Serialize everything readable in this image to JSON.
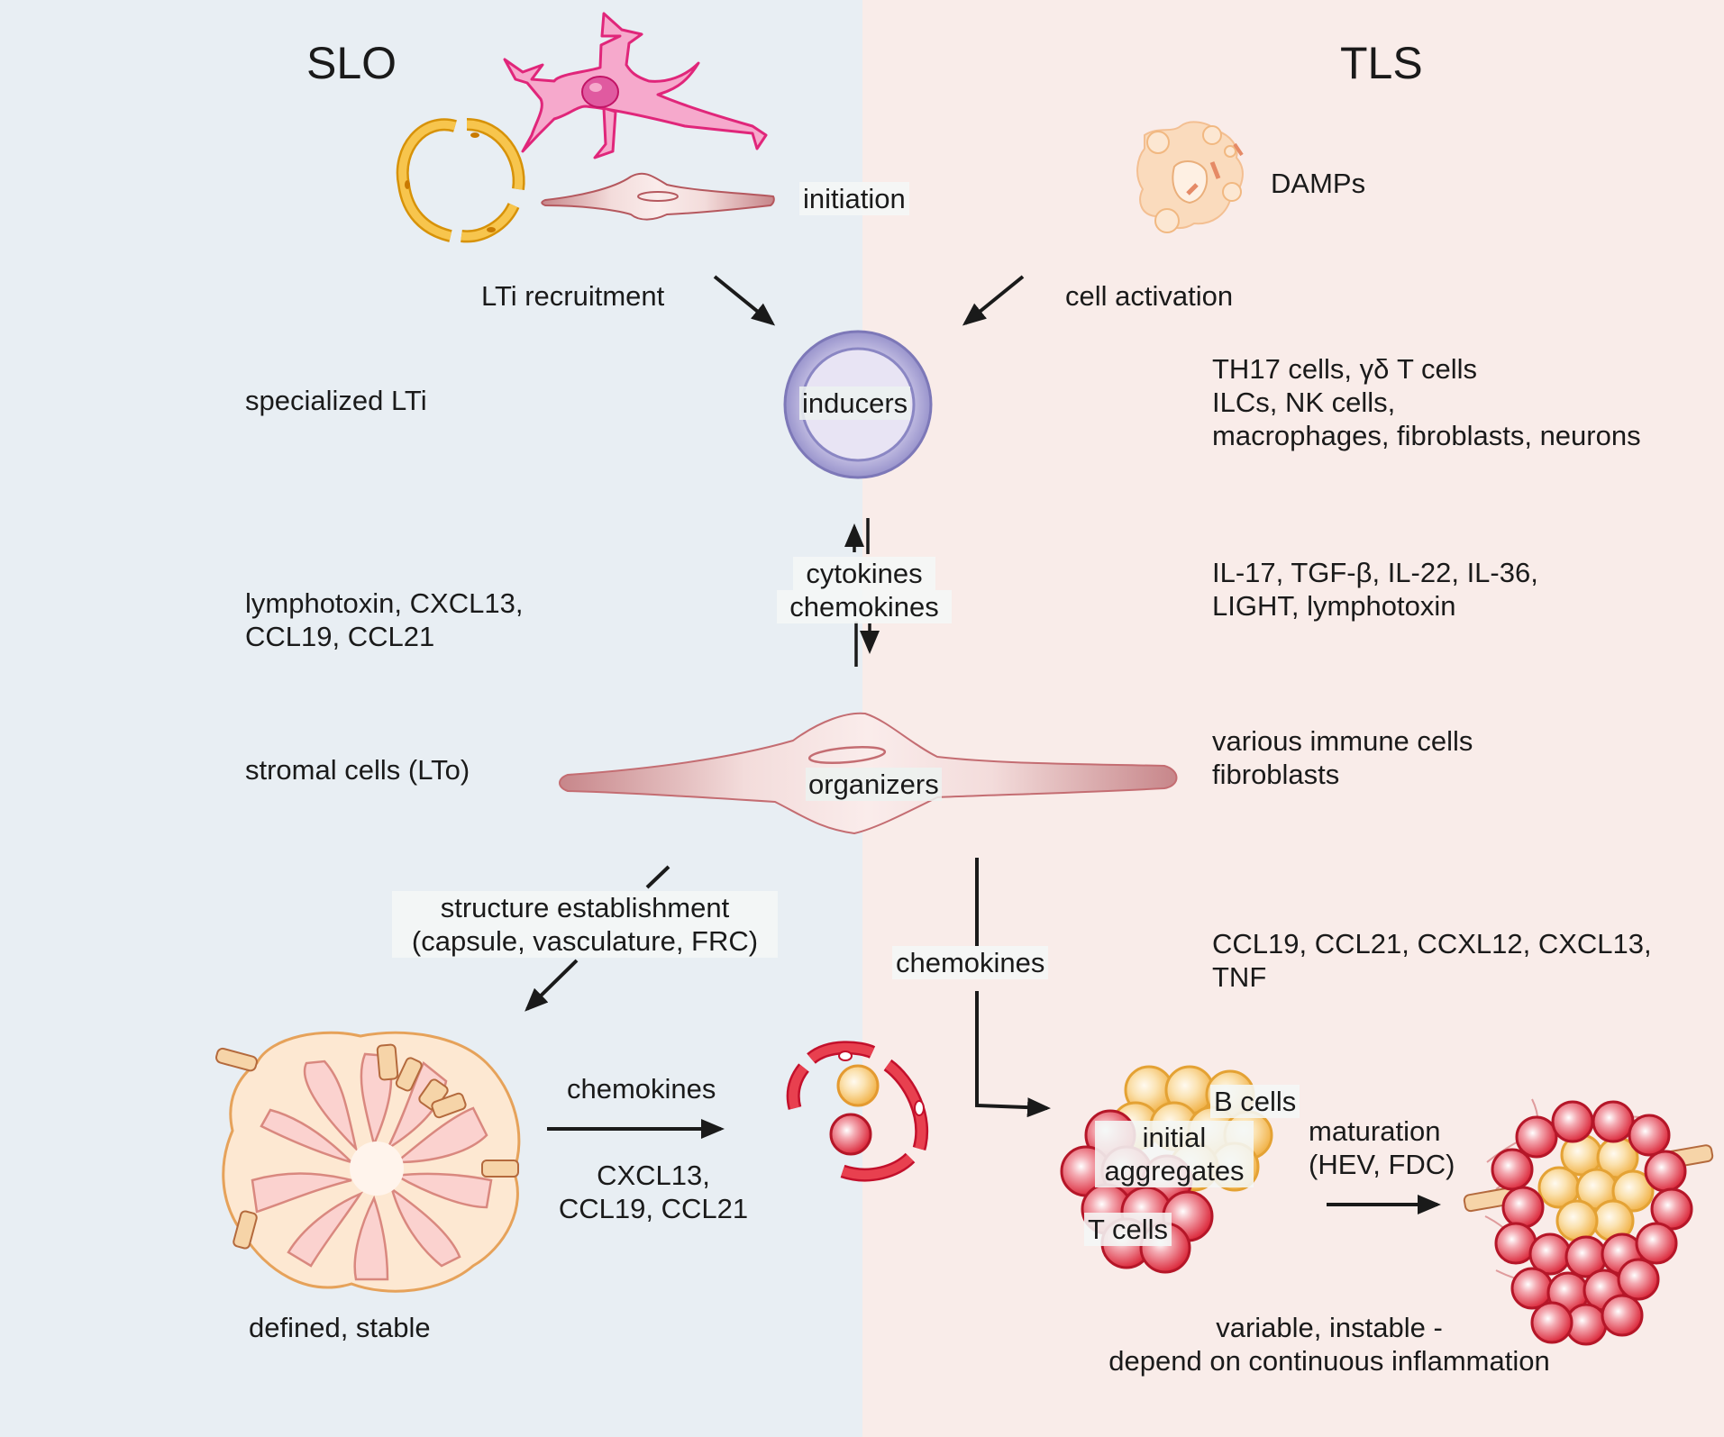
{
  "headers": {
    "left": "SLO",
    "right": "TLS"
  },
  "labels": {
    "initiation": "initiation",
    "damps": "DAMPs",
    "lti_recruitment": "LTi recruitment",
    "cell_activation": "cell activation",
    "inducers": "inducers",
    "specialized_lti": "specialized LTi",
    "tls_inducers": [
      "TH17 cells, γδ T cells",
      "ILCs, NK cells,",
      "macrophages, fibroblasts, neurons"
    ],
    "cytokines": "cytokines",
    "chemokines_center": "chemokines",
    "slo_signals": [
      "lymphotoxin, CXCL13,",
      "CCL19, CCL21"
    ],
    "tls_signals": [
      "IL-17, TGF-β, IL-22, IL-36,",
      "LIGHT, lymphotoxin"
    ],
    "stromal_cells": "stromal cells (LTo)",
    "organizers": "organizers",
    "tls_organizers": [
      "various immune cells",
      "fibroblasts"
    ],
    "structure": [
      "structure establishment",
      "(capsule, vasculature, FRC)"
    ],
    "chemokines_tls": "chemokines",
    "tls_chemokines_list": [
      "CCL19, CCL21, CCXL12, CXCL13,",
      "TNF"
    ],
    "chemokines_slo": "chemokines",
    "slo_chemokines_list": [
      "CXCL13,",
      "CCL19, CCL21"
    ],
    "b_cells": "B cells",
    "initial_aggregates": [
      "initial",
      "aggregates"
    ],
    "t_cells": "T cells",
    "maturation": [
      "maturation",
      "(HEV, FDC)"
    ],
    "slo_outcome": "defined, stable",
    "tls_outcome": [
      "variable, instable -",
      "depend on continuous inflammation"
    ]
  },
  "colors": {
    "slo_background": "#e8eef3",
    "tls_background": "#f9ece9",
    "dendritic_cell": "#e0267a",
    "endothelial_ring": "#f2a917",
    "stromal_cell": "#c97d7f",
    "inducer_cell": "#8a86c3",
    "t_cell_red": "#dc2d3f",
    "b_cell_yellow": "#f5c25a",
    "arrow": "#1a1a1a"
  }
}
